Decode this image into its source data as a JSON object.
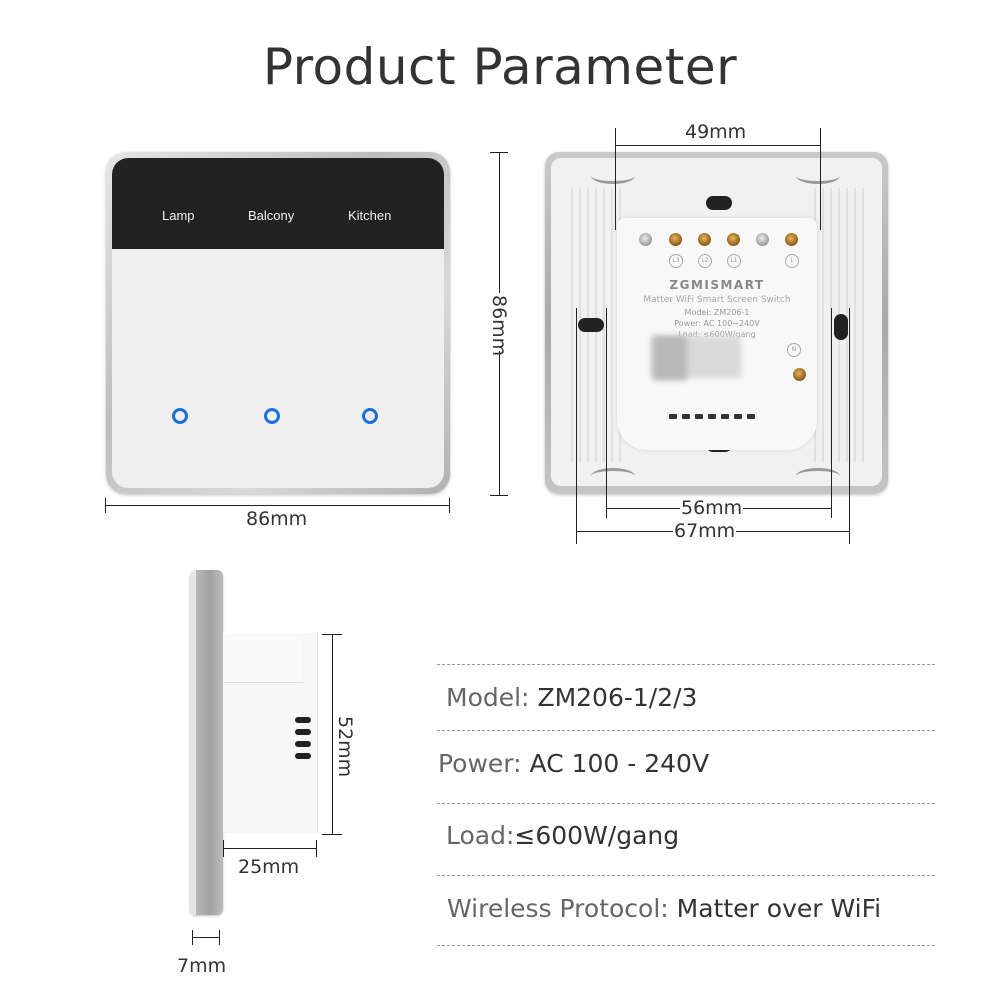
{
  "title": "Product Parameter",
  "front_view": {
    "labels": [
      "Lamp",
      "Balcony",
      "Kitchen"
    ],
    "indicator_color": "#1c6fd6",
    "width_dim": "86mm"
  },
  "back_view": {
    "height_dim": "86mm",
    "top_dim": "49mm",
    "mount_dim": "56mm",
    "outer_dim": "67mm",
    "terminal_labels": [
      "L3",
      "L2",
      "L1",
      "L",
      "N"
    ],
    "module_brand": "ZGMISMART",
    "module_text": {
      "title": "Matter WiFi Smart Screen Switch",
      "model": "Model: ZM206-1",
      "power": "Power: AC 100~240V",
      "load": "Load: ≤600W/gang"
    }
  },
  "side_view": {
    "depth_dim": "52mm",
    "body_dim": "25mm",
    "plate_dim": "7mm"
  },
  "specs": [
    {
      "key": "Model: ",
      "value": "ZM206-1/2/3"
    },
    {
      "key": "Power: ",
      "value": "AC 100 - 240V"
    },
    {
      "key": "Load:",
      "value": "≤600W/gang"
    },
    {
      "key": "Wireless Protocol: ",
      "value": "Matter over WiFi"
    }
  ]
}
